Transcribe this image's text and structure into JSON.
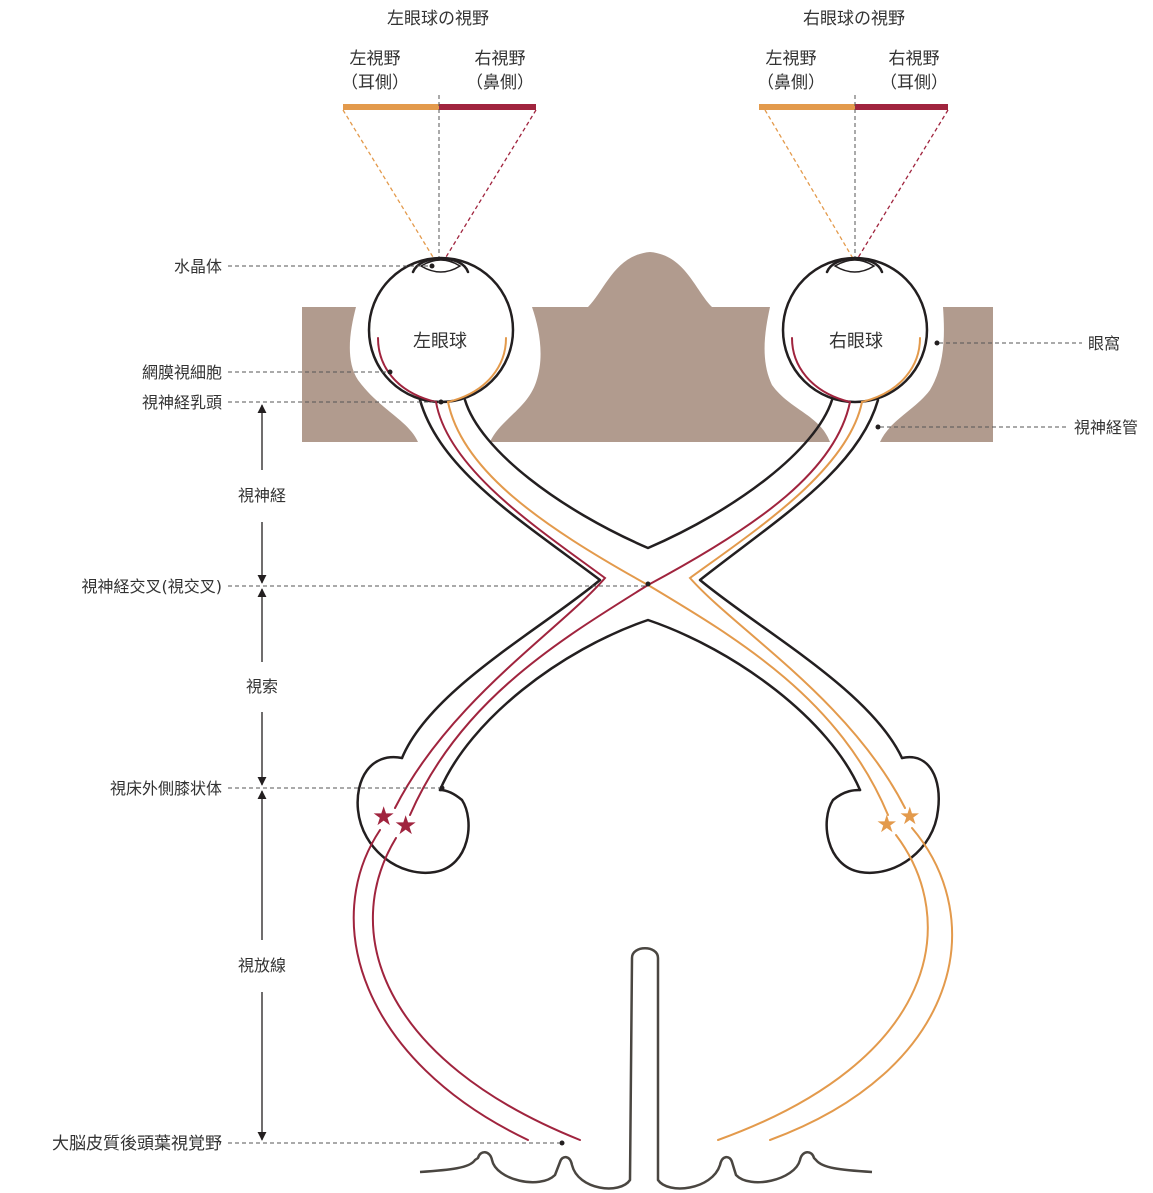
{
  "headers": {
    "left_eye_field": "左眼球の視野",
    "right_eye_field": "右眼球の視野"
  },
  "fields": {
    "left": {
      "left_label": "左視野",
      "left_sub": "（耳側）",
      "right_label": "右視野",
      "right_sub": "（鼻側）"
    },
    "right": {
      "left_label": "左視野",
      "left_sub": "（鼻側）",
      "right_label": "右視野",
      "right_sub": "（耳側）"
    }
  },
  "eyes": {
    "left": "左眼球",
    "right": "右眼球"
  },
  "labels": {
    "lens": "水晶体",
    "retina_cells": "網膜視細胞",
    "optic_disc": "視神経乳頭",
    "optic_nerve": "視神経",
    "chiasm": "視神経交叉(視交叉)",
    "optic_tract": "視索",
    "lgn": "視床外側膝状体",
    "optic_radiation": "視放線",
    "visual_cortex": "大脳皮質後頭葉視覚野",
    "orbit": "眼窩",
    "optic_canal": "視神経管"
  },
  "colors": {
    "left_field": "#e39a4c",
    "right_field": "#a0243e",
    "bone": "#b19b8e",
    "outline": "#231f20"
  }
}
